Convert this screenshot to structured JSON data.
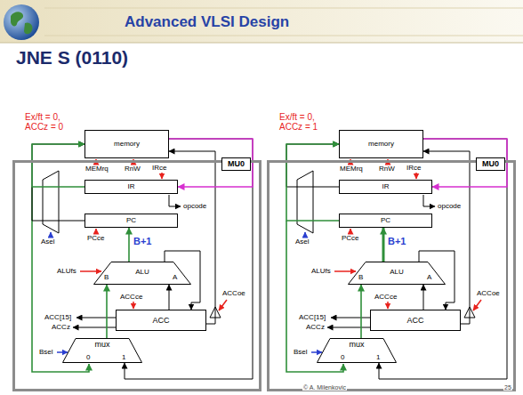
{
  "diagram": {
    "title": "JNE S (0110)",
    "nodes": [
      {
        "text": [
          "memory"
        ]
      },
      {
        "text": [
          "MU0"
        ]
      },
      {
        "text": [
          "IR"
        ],
        "in": 1
      },
      {
        "text": [
          "PC"
        ],
        "in": 1
      },
      {
        "text": [
          "ALU"
        ],
        "in": 1
      },
      {
        "text": [
          "ACC"
        ],
        "in": 1
      },
      {
        "text": [
          "mux"
        ],
        "in": 1
      },
      {
        "text": [
          "memory"
        ]
      },
      {
        "text": [
          "MU0"
        ]
      },
      {
        "text": [
          "IR"
        ],
        "in": 8
      },
      {
        "text": [
          "PC"
        ],
        "in": 8
      },
      {
        "text": [
          "ALU"
        ],
        "in": 8
      },
      {
        "text": [
          "ACC"
        ],
        "in": 8
      },
      {
        "text": [
          "mux"
        ],
        "in": 8
      }
    ],
    "edges": [
      {
        "from": 0,
        "to": 2,
        "arrow": "to"
      },
      {
        "from": 0,
        "to": 6,
        "arrow": "to"
      },
      {
        "from": 5,
        "to": 0,
        "arrow": "to"
      },
      {
        "from": 2,
        "to": 0,
        "arrow": "to"
      },
      {
        "from": 3,
        "to": 0,
        "arrow": "to"
      },
      {
        "from": 4,
        "to": 3,
        "arrow": "to"
      },
      {
        "from": 4,
        "to": 5,
        "arrow": "to"
      },
      {
        "from": 5,
        "to": 4,
        "arrow": "to"
      },
      {
        "from": 6,
        "to": 4,
        "arrow": "to"
      },
      {
        "from": 7,
        "to": 9,
        "arrow": "to"
      },
      {
        "from": 7,
        "to": 13,
        "arrow": "to"
      },
      {
        "from": 12,
        "to": 7,
        "arrow": "to"
      },
      {
        "from": 9,
        "to": 7,
        "arrow": "to"
      },
      {
        "from": 10,
        "to": 7,
        "arrow": "to"
      },
      {
        "from": 11,
        "to": 10,
        "arrow": "to"
      },
      {
        "from": 11,
        "to": 12,
        "arrow": "to"
      },
      {
        "from": 12,
        "to": 11,
        "arrow": "to"
      },
      {
        "from": 13,
        "to": 11,
        "arrow": "to"
      }
    ],
    "labels": [
      "Ex/ft = 0, ACCz = 0",
      "MEMrq",
      "RnW",
      "IRce",
      "opcode",
      "PCce",
      "Asel",
      "ACCoe",
      "B+1",
      "ALUfs",
      "B",
      "A",
      "ACCce",
      "ACC[15]",
      "ACCz",
      "Bsel",
      "0",
      "1",
      "Ex/ft = 0, ACCz = 1",
      "MEMrq",
      "RnW",
      "IRce",
      "opcode",
      "PCce",
      "Asel",
      "ACCoe",
      "B+1",
      "ALUfs",
      "B",
      "A",
      "ACCce",
      "ACC[15]",
      "ACCz",
      "Bsel",
      "0",
      "1",
      "Advanced VLSI Design",
      "© A. Milenkovic",
      "25"
    ]
  }
}
